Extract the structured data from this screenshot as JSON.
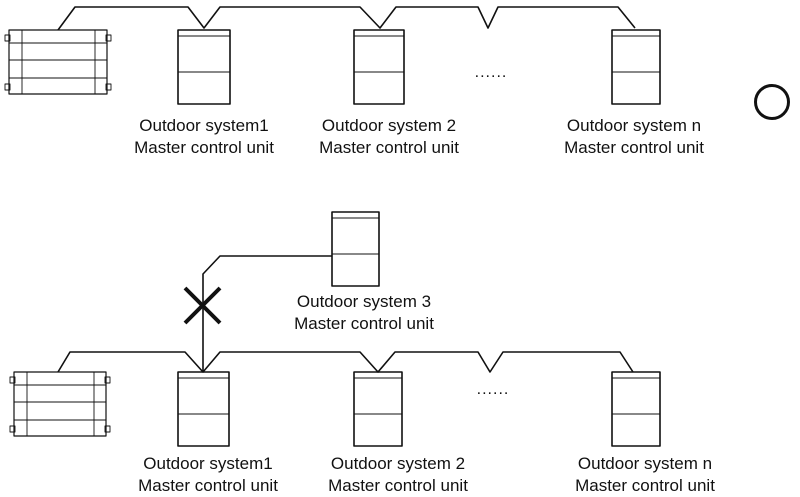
{
  "top_section": {
    "units": [
      {
        "system": "Outdoor system1",
        "role": "Master control unit"
      },
      {
        "system": "Outdoor system 2",
        "role": "Master control unit"
      },
      {
        "system": "Outdoor system n",
        "role": "Master control unit"
      }
    ],
    "ellipsis": "......",
    "verdict": "correct"
  },
  "bottom_section": {
    "units": [
      {
        "system": "Outdoor system1",
        "role": "Master control unit"
      },
      {
        "system": "Outdoor system 2",
        "role": "Master control unit"
      },
      {
        "system": "Outdoor system n",
        "role": "Master control unit"
      }
    ],
    "branch_unit": {
      "system": "Outdoor system 3",
      "role": "Master control unit"
    },
    "ellipsis": "......",
    "verdict": "incorrect"
  }
}
